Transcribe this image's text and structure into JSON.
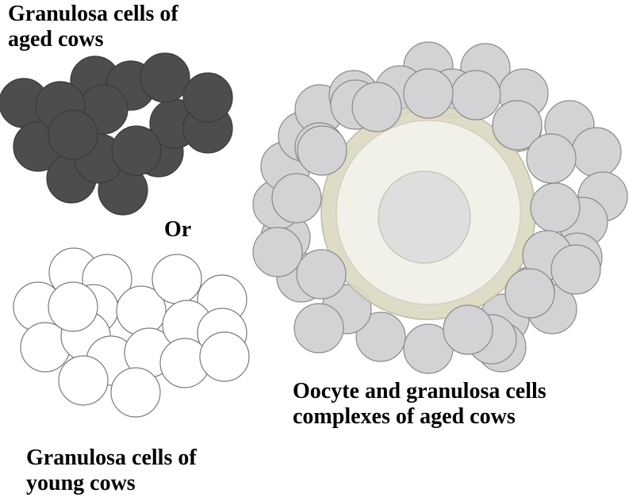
{
  "labels": {
    "aged_granulosa": [
      "Granulosa cells of",
      "aged cows"
    ],
    "or": "Or",
    "young_granulosa": [
      "Granulosa cells of",
      "young cows"
    ],
    "coc": [
      "Oocyte and granulosa cells",
      "complexes of aged cows"
    ]
  },
  "colors": {
    "aged_cell_fill": "#4d4d4d",
    "aged_cell_stroke": "#3a3a3a",
    "young_cell_fill": "#ffffff",
    "young_cell_stroke": "#7a7a7a",
    "coc_cell_fill": "#d3d3d5",
    "coc_cell_stroke": "#8a8a8a",
    "zona": "#dcd9c2",
    "ooplasm": "#f1f0e8",
    "nucleus": "#dcdcdc"
  }
}
